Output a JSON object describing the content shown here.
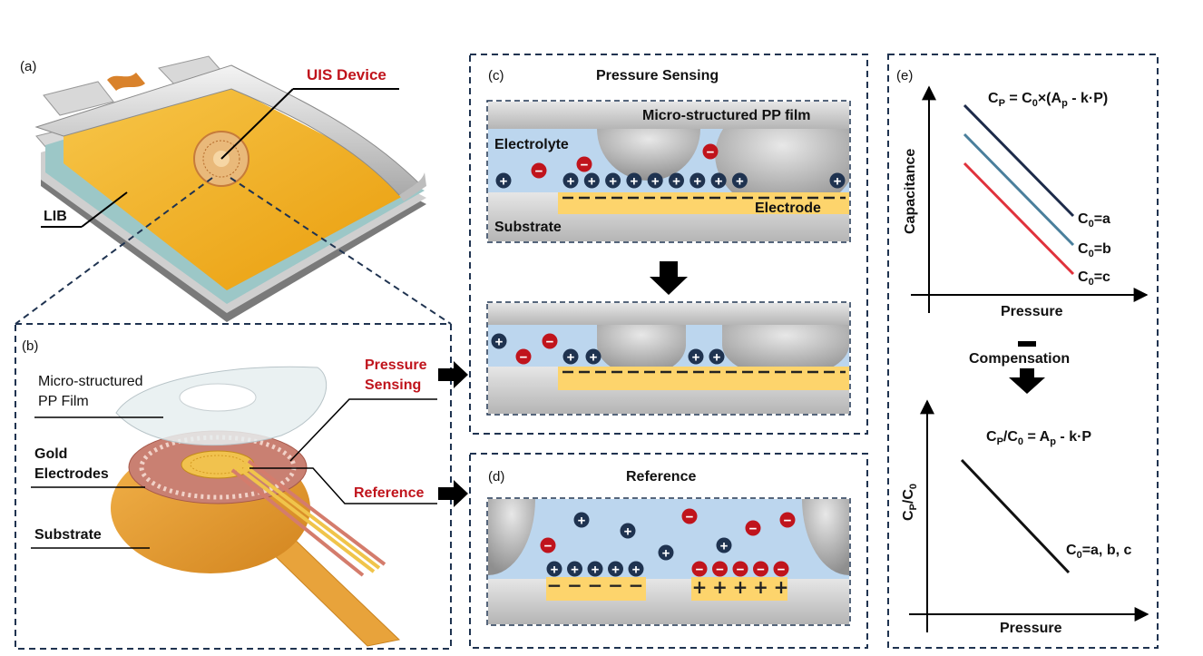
{
  "panels": {
    "a": {
      "tag": "(a)",
      "device_label": "UIS Device",
      "battery_label": "LIB"
    },
    "b": {
      "tag": "(b)",
      "film_label_1": "Micro-structured",
      "film_label_2": "PP Film",
      "electrodes_label_1": "Gold",
      "electrodes_label_2": "Electrodes",
      "substrate_label": "Substrate",
      "sensing_label_1": "Pressure",
      "sensing_label_2": "Sensing",
      "reference_label": "Reference"
    },
    "c": {
      "tag": "(c)",
      "title": "Pressure Sensing",
      "film_label": "Micro-structured PP film",
      "electrolyte_label": "Electrolyte",
      "substrate_label": "Substrate",
      "electrode_label": "Electrode"
    },
    "d": {
      "tag": "(d)",
      "title": "Reference"
    },
    "e": {
      "tag": "(e)",
      "top": {
        "equation": "CP = C0×(Ap - k·P)",
        "ylabel": "Capacitance",
        "xlabel": "Pressure",
        "series": [
          {
            "name": "C0=a",
            "color": "#1d2b4a"
          },
          {
            "name": "C0=b",
            "color": "#4a7f9c"
          },
          {
            "name": "C0=c",
            "color": "#e0323c"
          }
        ]
      },
      "compensation_label": "Compensation",
      "bottom": {
        "equation": "CP/C0 = Ap - k·P",
        "ylabel": "CP/C0",
        "xlabel": "Pressure",
        "series": [
          {
            "name": "C0=a, b, c",
            "color": "#111111"
          }
        ]
      }
    }
  },
  "symbols": {
    "cation": "+",
    "anion": "−",
    "neg_charge": "−",
    "pos_charge": "+"
  },
  "colors": {
    "frame": "#1f3350",
    "device_label": "#c0141c",
    "electrolyte": "#bcd6ee",
    "electrode": "#fdd46c",
    "cation": "#1f3350",
    "anion": "#c0141c",
    "gold": "#f2a900"
  }
}
